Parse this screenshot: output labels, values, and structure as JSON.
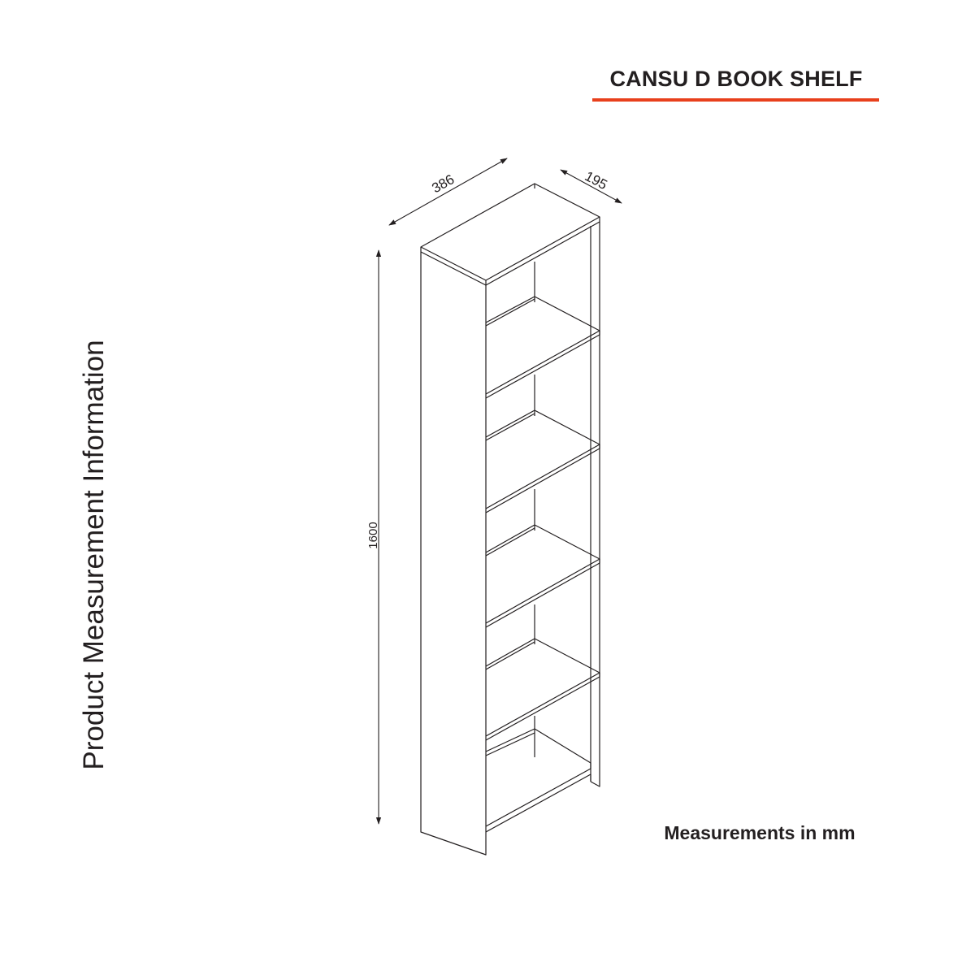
{
  "title": "CANSU D BOOK SHELF",
  "side_caption": "Product Measurement Information",
  "units_note": "Measurements in mm",
  "dimensions": {
    "width": "386",
    "depth": "195",
    "height": "1600"
  },
  "colors": {
    "accent": "#e8401c",
    "line": "#231f20",
    "background": "#ffffff"
  }
}
